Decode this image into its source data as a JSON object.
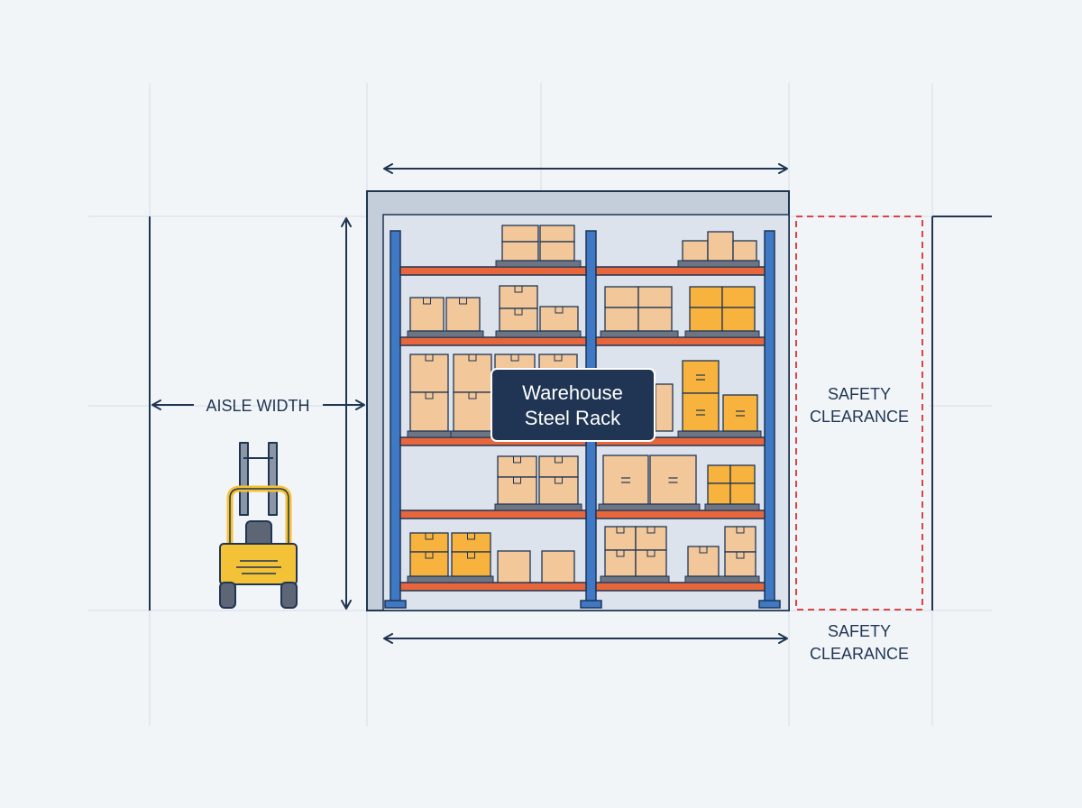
{
  "diagram": {
    "title_line1": "Warehouse",
    "title_line2": "Steel Rack",
    "aisle_label": "AISLE WIDTH",
    "clearance_side_line1": "SAFETY",
    "clearance_side_line2": "CLEARANCE",
    "clearance_bottom_line1": "SAFETY",
    "clearance_bottom_line2": "CLEARANCE"
  },
  "colors": {
    "background": "#f2f5f8",
    "grid": "#d7dde6",
    "navy": "#1f3553",
    "rack_upright": "#3f78c4",
    "shelf_beam": "#e8663c",
    "box_tan": "#f2c79a",
    "box_orange": "#f7b33d",
    "forklift_yellow": "#f4c237",
    "clearance_red": "#d94545"
  },
  "icons": [
    "forklift-icon",
    "double-arrow-icon",
    "cardboard-box-icon"
  ]
}
